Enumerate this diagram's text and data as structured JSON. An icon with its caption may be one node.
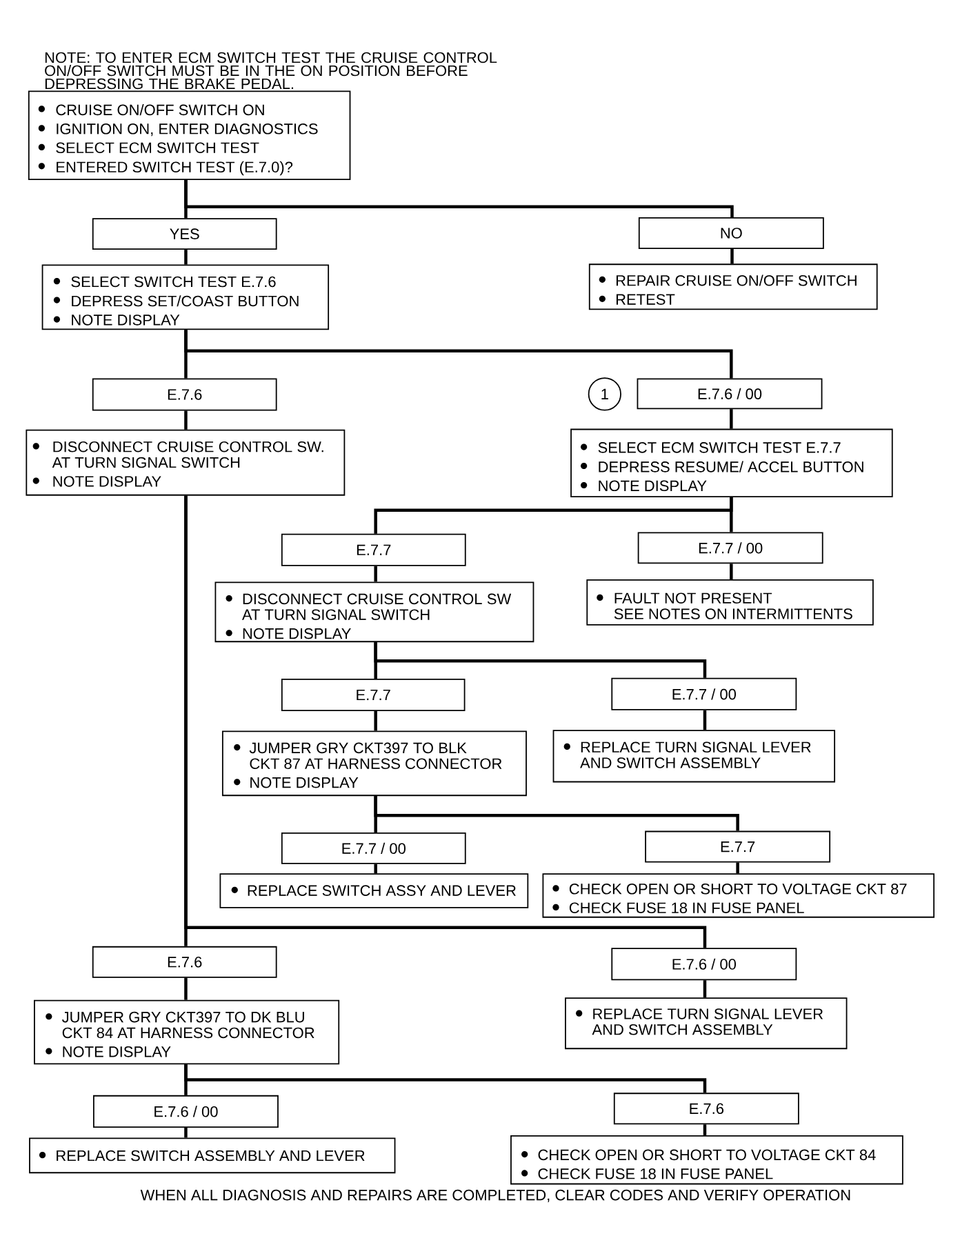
{
  "diagram": {
    "nodes": [
      {
        "text": [
          "CRUISE ON/OFF SWITCH ON",
          "IGNITION ON, ENTER DIAGNOSTICS",
          "SELECT ECM SWITCH TEST",
          "ENTERED SWITCH TEST (E.7.0)?"
        ]
      },
      {
        "text": [
          "YES"
        ]
      },
      {
        "text": [
          "NO"
        ]
      },
      {
        "text": [
          "SELECT SWITCH TEST E.7.6",
          "DEPRESS SET/COAST BUTTON",
          "NOTE DISPLAY"
        ]
      },
      {
        "text": [
          "REPAIR CRUISE ON/OFF SWITCH",
          "RETEST"
        ]
      },
      {
        "text": [
          "E.7.6"
        ]
      },
      {
        "text": [
          "1"
        ]
      },
      {
        "text": [
          "E.7.6 / 00"
        ]
      },
      {
        "text": [
          "DISCONNECT CRUISE CONTROL SW. AT TURN SIGNAL SWITCH",
          "NOTE DISPLAY"
        ]
      },
      {
        "text": [
          "SELECT ECM SWITCH TEST E.7.7",
          "DEPRESS RESUME/ ACCEL BUTTON",
          "NOTE DISPLAY"
        ]
      },
      {
        "text": [
          "E.7.7"
        ]
      },
      {
        "text": [
          "E.7.7 / 00"
        ]
      },
      {
        "text": [
          "DISCONNECT CRUISE CONTROL SW AT TURN SIGNAL SWITCH",
          "NOTE DISPLAY"
        ]
      },
      {
        "text": [
          "FAULT NOT PRESENT SEE NOTES ON INTERMITTENTS"
        ]
      },
      {
        "text": [
          "E.7.7"
        ]
      },
      {
        "text": [
          "E.7.7 / 00"
        ]
      },
      {
        "text": [
          "JUMPER GRY CKT397 TO BLK CKT 87 AT HARNESS CONNECTOR",
          "NOTE DISPLAY"
        ]
      },
      {
        "text": [
          "REPLACE TURN SIGNAL LEVER AND SWITCH ASSEMBLY"
        ]
      },
      {
        "text": [
          "E.7.7 / 00"
        ]
      },
      {
        "text": [
          "E.7.7"
        ]
      },
      {
        "text": [
          "REPLACE SWITCH ASSY AND LEVER"
        ]
      },
      {
        "text": [
          "CHECK OPEN OR SHORT TO VOLTAGE CKT 87",
          "CHECK FUSE 18 IN FUSE PANEL"
        ]
      },
      {
        "text": [
          "E.7.6"
        ]
      },
      {
        "text": [
          "E.7.6 / 00"
        ]
      },
      {
        "text": [
          "JUMPER GRY CKT397 TO DK BLU CKT 84 AT HARNESS CONNECTOR",
          "NOTE DISPLAY"
        ]
      },
      {
        "text": [
          "REPLACE TURN SIGNAL LEVER AND SWITCH ASSEMBLY"
        ]
      },
      {
        "text": [
          "E.7.6 / 00"
        ]
      },
      {
        "text": [
          "E.7.6"
        ]
      },
      {
        "text": [
          "REPLACE SWITCH ASSEMBLY AND LEVER"
        ]
      },
      {
        "text": [
          "CHECK OPEN OR SHORT TO VOLTAGE CKT 84",
          "CHECK FUSE 18 IN FUSE PANEL"
        ]
      }
    ],
    "edges": [
      {
        "from": 0,
        "to": 1,
        "arrow": "none"
      },
      {
        "from": 0,
        "to": 2,
        "arrow": "none"
      },
      {
        "from": 1,
        "to": 3,
        "arrow": "none"
      },
      {
        "from": 2,
        "to": 4,
        "arrow": "none"
      },
      {
        "from": 3,
        "to": 5,
        "arrow": "none"
      },
      {
        "from": 3,
        "to": 7,
        "arrow": "none"
      },
      {
        "from": 5,
        "to": 8,
        "arrow": "none"
      },
      {
        "from": 7,
        "to": 9,
        "arrow": "none"
      },
      {
        "from": 9,
        "to": 10,
        "arrow": "none"
      },
      {
        "from": 9,
        "to": 11,
        "arrow": "none"
      },
      {
        "from": 10,
        "to": 12,
        "arrow": "none"
      },
      {
        "from": 11,
        "to": 13,
        "arrow": "none"
      },
      {
        "from": 12,
        "to": 14,
        "arrow": "none"
      },
      {
        "from": 12,
        "to": 15,
        "arrow": "none"
      },
      {
        "from": 14,
        "to": 16,
        "arrow": "none"
      },
      {
        "from": 15,
        "to": 17,
        "arrow": "none"
      },
      {
        "from": 16,
        "to": 18,
        "arrow": "none"
      },
      {
        "from": 16,
        "to": 19,
        "arrow": "none"
      },
      {
        "from": 18,
        "to": 20,
        "arrow": "none"
      },
      {
        "from": 19,
        "to": 21,
        "arrow": "none"
      },
      {
        "from": 8,
        "to": 22,
        "arrow": "none"
      },
      {
        "from": 8,
        "to": 23,
        "arrow": "none"
      },
      {
        "from": 22,
        "to": 24,
        "arrow": "none"
      },
      {
        "from": 23,
        "to": 25,
        "arrow": "none"
      },
      {
        "from": 24,
        "to": 26,
        "arrow": "none"
      },
      {
        "from": 24,
        "to": 27,
        "arrow": "none"
      },
      {
        "from": 26,
        "to": 28,
        "arrow": "none"
      },
      {
        "from": 27,
        "to": 29,
        "arrow": "none"
      }
    ],
    "labels": [
      "NOTE: TO ENTER ECM SWITCH TEST THE CRUISE CONTROL ON/OFF SWITCH MUST BE IN THE ON POSITION BEFORE DEPRESSING THE BRAKE PEDAL.",
      "WHEN ALL DIAGNOSIS AND REPAIRS ARE COMPLETED, CLEAR CODES AND VERIFY OPERATION"
    ]
  }
}
